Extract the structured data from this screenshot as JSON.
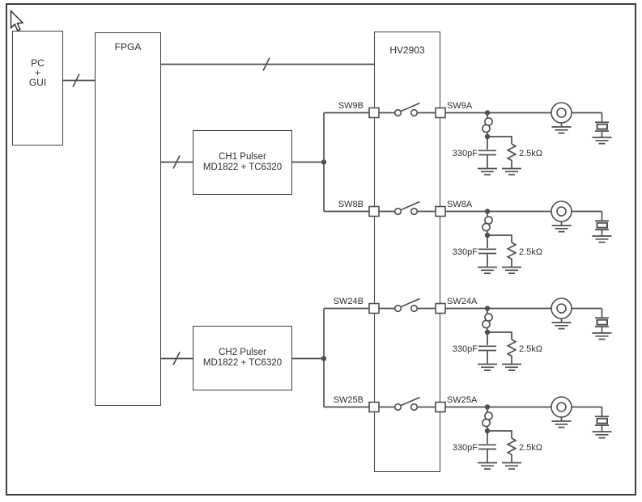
{
  "blocks": {
    "pc": {
      "line1": "PC",
      "line2": "+",
      "line3": "GUI"
    },
    "fpga": {
      "label": "FPGA"
    },
    "hv2903": {
      "label": "HV2903"
    },
    "ch1_pulser": {
      "line1": "CH1 Pulser",
      "line2": "MD1822 + TC6320"
    },
    "ch2_pulser": {
      "line1": "CH2 Pulser",
      "line2": "MD1822 + TC6320"
    }
  },
  "channels": [
    {
      "switch_b": "SW9B",
      "switch_a": "SW9A",
      "capacitor": "330pF",
      "resistor": "2.5kΩ"
    },
    {
      "switch_b": "SW8B",
      "switch_a": "SW8A",
      "capacitor": "330pF",
      "resistor": "2.5kΩ"
    },
    {
      "switch_b": "SW24B",
      "switch_a": "SW24A",
      "capacitor": "330pF",
      "resistor": "2.5kΩ"
    },
    {
      "switch_b": "SW25B",
      "switch_a": "SW25A",
      "capacitor": "330pF",
      "resistor": "2.5kΩ"
    }
  ],
  "colors": {
    "background": "#ffffff",
    "wire": "#4f4f4f",
    "box_border": "#3e3e3e",
    "text": "#2f2f2f"
  }
}
